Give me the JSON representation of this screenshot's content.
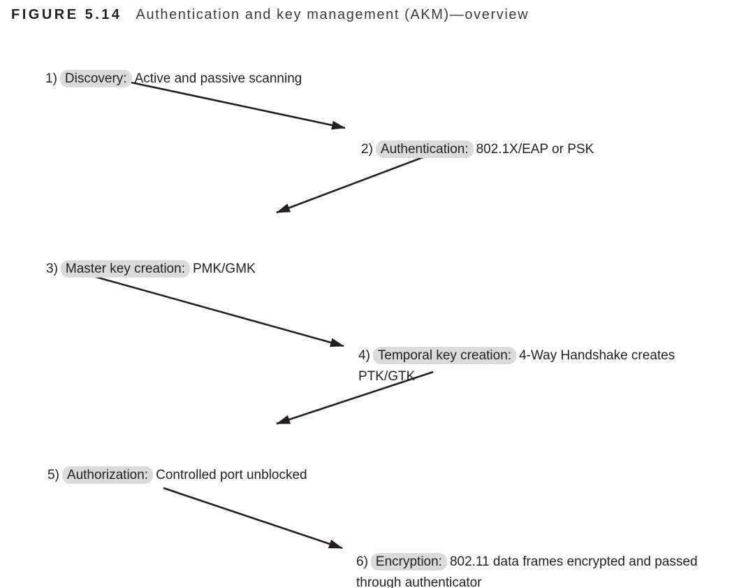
{
  "figure": {
    "label": "FIGURE 5.14",
    "title": "Authentication and key management (AKM)—overview"
  },
  "steps": [
    {
      "number": "1)",
      "label": "Discovery:",
      "rest": "Active and passive scanning"
    },
    {
      "number": "2)",
      "label": "Authentication:",
      "rest": "802.1X/EAP or PSK"
    },
    {
      "number": "3)",
      "label": "Master key creation:",
      "rest": "PMK/GMK"
    },
    {
      "number": "4)",
      "label": "Temporal key creation:",
      "rest": "4-Way Handshake creates\nPTK/GTK"
    },
    {
      "number": "5)",
      "label": "Authorization:",
      "rest": "Controlled port unblocked"
    },
    {
      "number": "6)",
      "label": "Encryption:",
      "rest": "802.11 data frames encrypted and passed\nthrough authenticator"
    }
  ],
  "arrows": [
    {
      "from": "step-1",
      "to": "step-2"
    },
    {
      "from": "step-2",
      "to": "step-3"
    },
    {
      "from": "step-3",
      "to": "step-4"
    },
    {
      "from": "step-4",
      "to": "step-5"
    },
    {
      "from": "step-5",
      "to": "step-6"
    }
  ],
  "colors": {
    "text": "#231f20",
    "highlight": "#dbdbdb",
    "arrow": "#231f20",
    "background": "#ffffff"
  }
}
